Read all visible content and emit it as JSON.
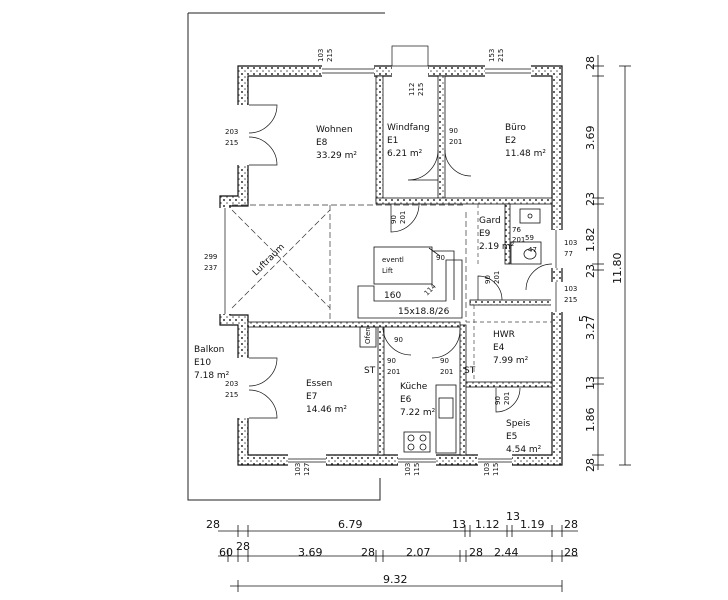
{
  "rooms": [
    {
      "name": "Wohnen",
      "code": "E8",
      "area": "33.29 m²"
    },
    {
      "name": "Windfang",
      "code": "E1",
      "area": "6.21 m²"
    },
    {
      "name": "Büro",
      "code": "E2",
      "area": "11.48 m²"
    },
    {
      "name": "Gard",
      "code": "E9",
      "area": "2.19 m²"
    },
    {
      "name": "HWR",
      "code": "E4",
      "area": "7.99 m²"
    },
    {
      "name": "Essen",
      "code": "E7",
      "area": "14.46 m²"
    },
    {
      "name": "Küche",
      "code": "E6",
      "area": "7.22 m²"
    },
    {
      "name": "Speis",
      "code": "E5",
      "area": "4.54 m²"
    },
    {
      "name": "Balkon",
      "code": "E10",
      "area": "7.18 m²"
    }
  ],
  "labels": {
    "luftraum": "Luftraum",
    "lift_line1": "eventl",
    "lift_line2": "Lift",
    "stair": "15x18.8/26",
    "stair_160": "160",
    "stair_114": "114",
    "stair_90": "90",
    "st1": "ST",
    "st2": "ST",
    "ofen": "Ofen"
  },
  "openings": [
    {
      "top": "103",
      "bottom": "215"
    },
    {
      "top": "153",
      "bottom": "215"
    },
    {
      "top": "112",
      "bottom": "215"
    },
    {
      "top": "203",
      "bottom": "215"
    },
    {
      "top": "90",
      "bottom": "201"
    },
    {
      "top": "90",
      "bottom": "201"
    },
    {
      "top": "299",
      "bottom": "237"
    },
    {
      "top": "90",
      "bottom": "201"
    },
    {
      "top": "76",
      "bottom": "201"
    },
    {
      "top": "59",
      "bottom": "201"
    },
    {
      "top": "103",
      "bottom": "77"
    },
    {
      "top": "103",
      "bottom": "215"
    },
    {
      "top": "90",
      "bottom": "201"
    },
    {
      "top": "90",
      "bottom": "201"
    },
    {
      "top": "90",
      "bottom": "201"
    },
    {
      "top": "203",
      "bottom": "215"
    },
    {
      "top": "103",
      "bottom": "127"
    },
    {
      "top": "103",
      "bottom": "115"
    },
    {
      "top": "103",
      "bottom": "115"
    },
    {
      "top": "90",
      "bottom": "201"
    },
    {
      "top": "47",
      "bottom": ""
    }
  ],
  "dims_bottom": {
    "row1": [
      "28",
      "6.79",
      "13",
      "1.12",
      "13",
      "1.19",
      "28"
    ],
    "row2": [
      "60",
      "28",
      "3.69",
      "28",
      "2.07",
      "28",
      "2.44",
      "28"
    ],
    "total": "9.32"
  },
  "dims_right": {
    "inner": [
      "28",
      "3.69",
      "23",
      "1.82",
      "23",
      "3.27",
      "5",
      "13",
      "1.86",
      "28"
    ],
    "total": "11.80"
  }
}
